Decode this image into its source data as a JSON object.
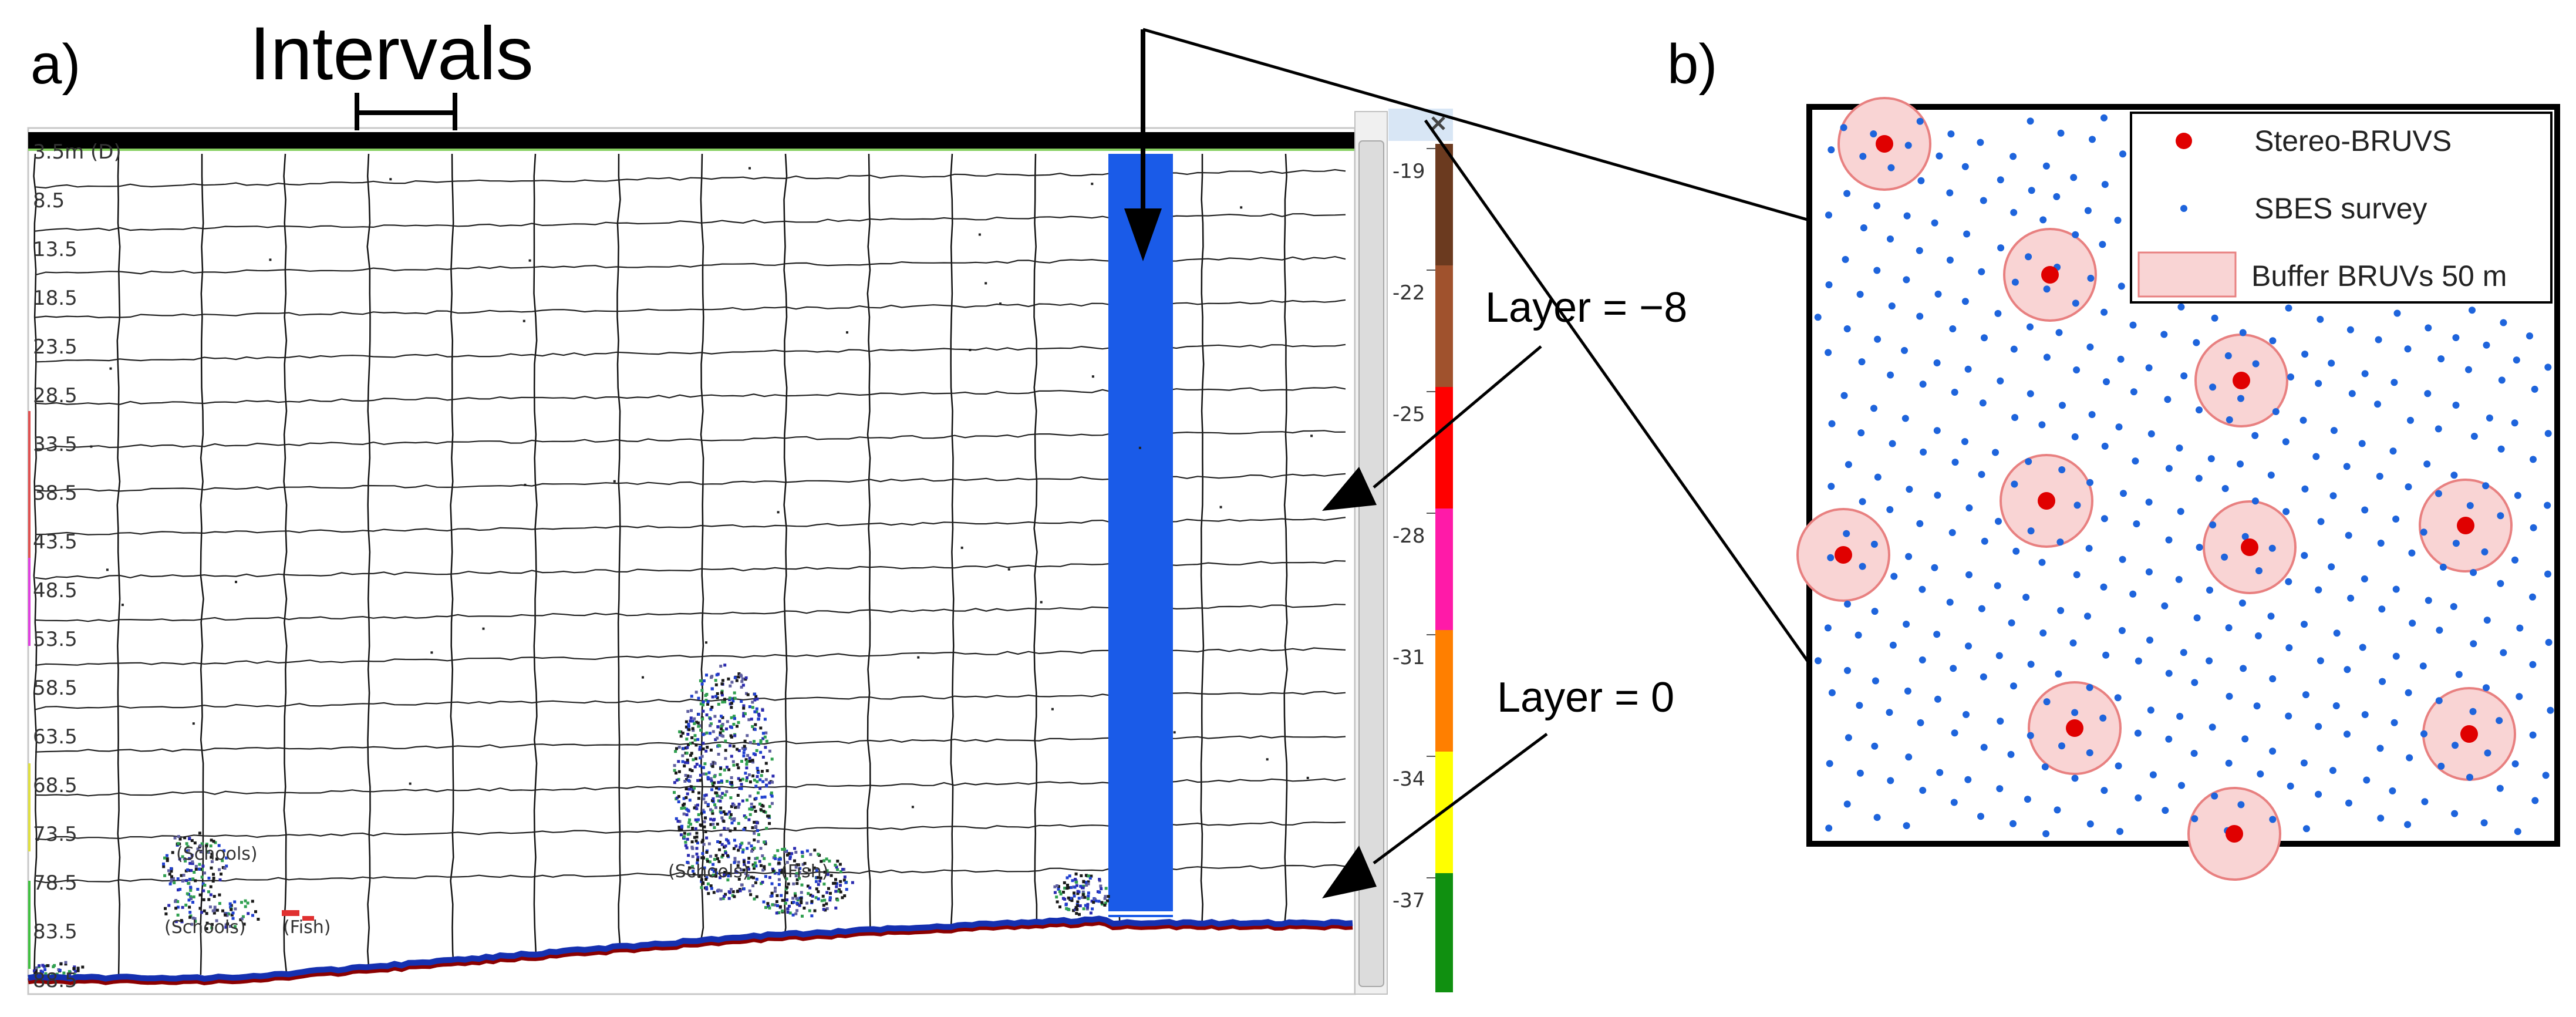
{
  "panel_a": {
    "label": "a)",
    "title": "Intervals",
    "depth_labels": [
      "3.5m (D)",
      "8.5",
      "13.5",
      "18.5",
      "23.5",
      "28.5",
      "33.5",
      "38.5",
      "43.5",
      "48.5",
      "53.5",
      "58.5",
      "63.5",
      "68.5",
      "73.5",
      "78.5",
      "83.5",
      "88.5"
    ],
    "scale_labels": [
      "-19",
      "-22",
      "-25",
      "-28",
      "-31",
      "-34",
      "-37"
    ],
    "scale_colors": [
      "#6b3a1f",
      "#a0522d",
      "#ff0000",
      "#ff1aa8",
      "#ff7f00",
      "#ffff00",
      "#109010"
    ],
    "annotation_layer_top": "Layer = −8",
    "annotation_layer_bottom": "Layer = 0",
    "tags": [
      "(Schools)",
      "(Schools)",
      "(Fish)",
      "(Schools)",
      "(Fish)"
    ],
    "close_icon": "close-icon",
    "highlight_color": "#1a5be8"
  },
  "panel_b": {
    "label": "b)",
    "legend": {
      "item1": "Stereo-BRUVS",
      "item2": "SBES survey",
      "item3": "Buffer BRUVs 50 m"
    },
    "colors": {
      "bruvs": "#e00000",
      "sbes": "#1e64dc",
      "buffer_fill": "#f9d4d4",
      "buffer_stroke": "#e88080"
    }
  }
}
